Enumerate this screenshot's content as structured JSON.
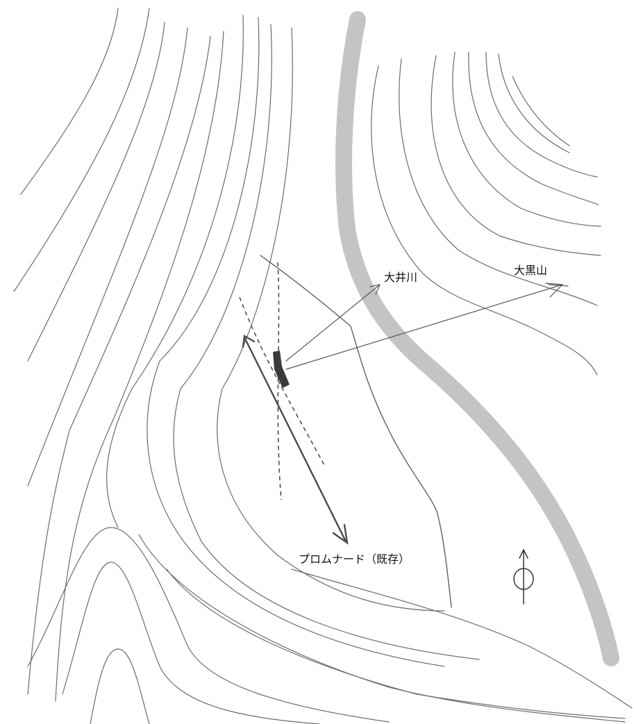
{
  "labels": {
    "river": "大井川",
    "mountain": "大黒山",
    "promenade": "プロムナード（既存）"
  },
  "colors": {
    "background": "#ffffff",
    "contour": "#6b6b6b",
    "river": "#c4c4c4",
    "building": "#3a3a3a",
    "path": "#555555",
    "text": "#111111"
  },
  "icons": {
    "north": "north-arrow-icon"
  }
}
